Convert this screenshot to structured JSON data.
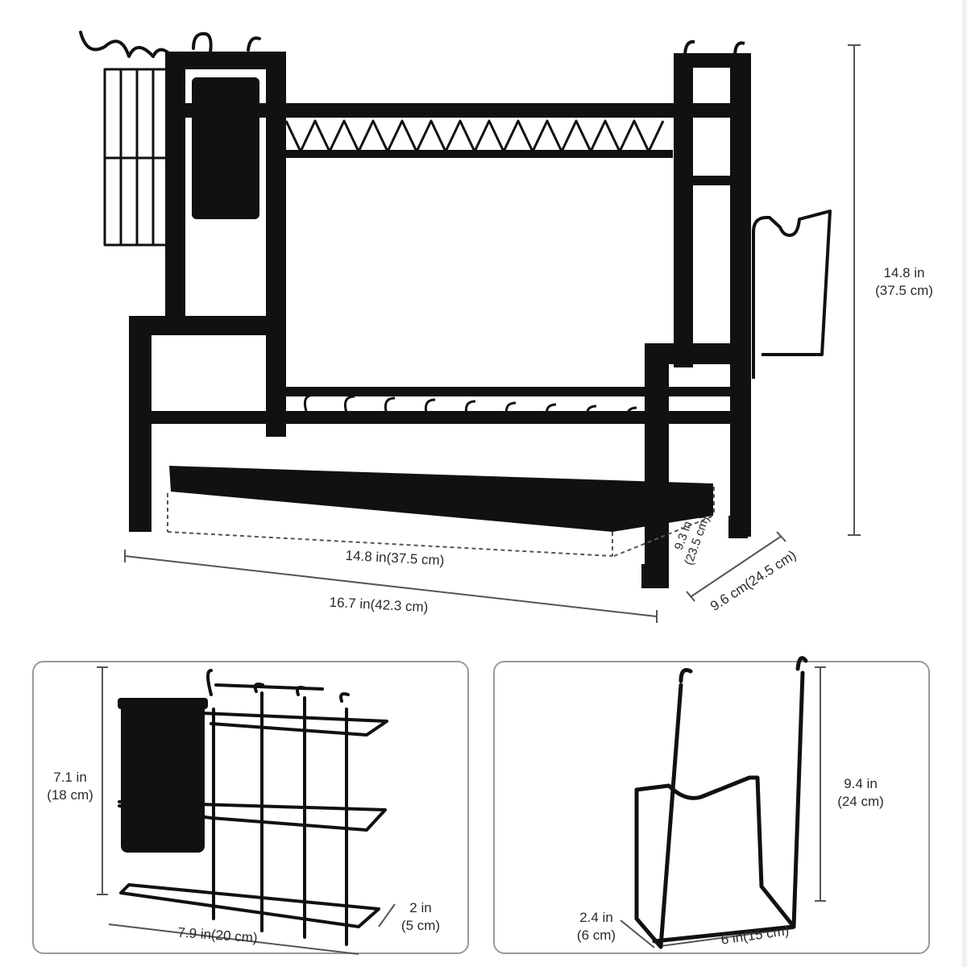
{
  "main_rack": {
    "height": {
      "in": "14.8 in",
      "cm": "(37.5 cm)"
    },
    "inner_width": "14.8 in(37.5 cm)",
    "total_width": "16.7 in(42.3 cm)",
    "inner_depth": {
      "in": "9.3 in",
      "cm": "(23.5 cm)"
    },
    "total_depth": "9.6 cm(24.5 cm)"
  },
  "utensil_holder": {
    "height": {
      "in": "7.1 in",
      "cm": "(18 cm)"
    },
    "width": "7.9 in(20 cm)",
    "depth": {
      "in": "2 in",
      "cm": "(5 cm)"
    }
  },
  "board_holder": {
    "height": {
      "in": "9.4 in",
      "cm": "(24 cm)"
    },
    "depth": {
      "in": "2.4 in",
      "cm": "(6 cm)"
    },
    "width": "6 in(15 cm)"
  },
  "colors": {
    "product": "#111111",
    "dimension_line": "#555555",
    "panel_border": "#9a9a9a"
  }
}
